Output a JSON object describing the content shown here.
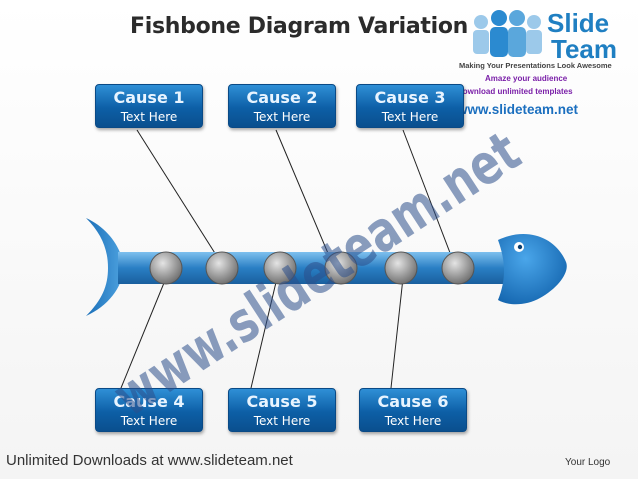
{
  "title": "Fishbone Diagram Variation",
  "logo": {
    "brand_line1": "Slide",
    "brand_line2": "Team",
    "tagline": "Making Your Presentations Look Awesome",
    "promo_line1": "Amaze your audience",
    "promo_line2": "Download unlimited templates",
    "url": "www.slideteam.net"
  },
  "causes_top": [
    {
      "label": "Cause 1",
      "text": "Text Here"
    },
    {
      "label": "Cause 2",
      "text": "Text Here"
    },
    {
      "label": "Cause 3",
      "text": "Text Here"
    }
  ],
  "causes_bottom": [
    {
      "label": "Cause 4",
      "text": "Text Here"
    },
    {
      "label": "Cause 5",
      "text": "Text Here"
    },
    {
      "label": "Cause 6",
      "text": "Text Here"
    }
  ],
  "watermark": "www.slideteam.net",
  "footer": "Unlimited Downloads at www.slideteam.net",
  "your_logo": "Your Logo",
  "colors": {
    "box_blue": "#0d5fa6",
    "spine_blue": "#2a7fc4",
    "fish_head": "#1f78c8",
    "node_gray": "#8d8d8d",
    "watermark": "#2b4f8a"
  }
}
